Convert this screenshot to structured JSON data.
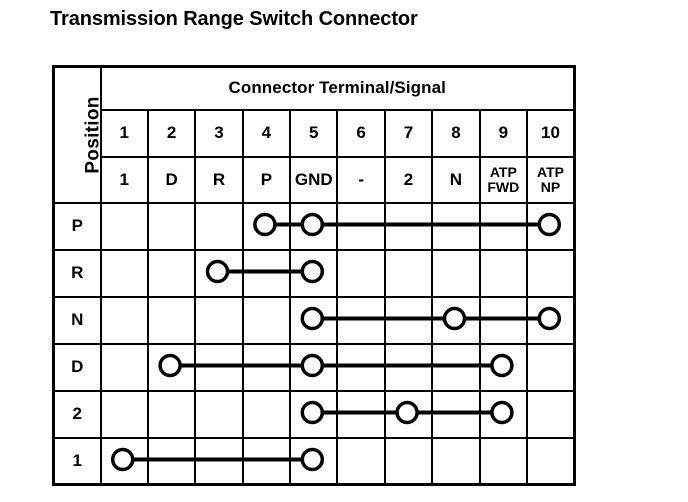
{
  "title": "Transmission Range Switch Connector",
  "table": {
    "group_header": "Connector Terminal/Signal",
    "position_header": "Position",
    "terminals": [
      "1",
      "2",
      "3",
      "4",
      "5",
      "6",
      "7",
      "8",
      "9",
      "10"
    ],
    "signals": [
      {
        "line1": "1",
        "line2": ""
      },
      {
        "line1": "D",
        "line2": ""
      },
      {
        "line1": "R",
        "line2": ""
      },
      {
        "line1": "P",
        "line2": ""
      },
      {
        "line1": "GND",
        "line2": ""
      },
      {
        "line1": "-",
        "line2": ""
      },
      {
        "line1": "2",
        "line2": ""
      },
      {
        "line1": "N",
        "line2": ""
      },
      {
        "line1": "ATP",
        "line2": "FWD"
      },
      {
        "line1": "ATP",
        "line2": "NP"
      }
    ],
    "rows": [
      {
        "position": "P",
        "connected_terminals": [
          4,
          5,
          10
        ]
      },
      {
        "position": "R",
        "connected_terminals": [
          3,
          5
        ]
      },
      {
        "position": "N",
        "connected_terminals": [
          5,
          8,
          10
        ]
      },
      {
        "position": "D",
        "connected_terminals": [
          2,
          5,
          9
        ]
      },
      {
        "position": "2",
        "connected_terminals": [
          5,
          7,
          9
        ]
      },
      {
        "position": "1",
        "connected_terminals": [
          1,
          5
        ]
      }
    ]
  },
  "style": {
    "ink": "#000000",
    "paper": "#ffffff",
    "circle_radius": 10,
    "circle_stroke": 3.5,
    "link_stroke": 4
  },
  "geometry": {
    "pos_col_width": 47,
    "term_col_width": 47.4,
    "group_row_height": 43,
    "num_row_height": 47,
    "sig_row_height": 46,
    "data_row_height": 47
  }
}
